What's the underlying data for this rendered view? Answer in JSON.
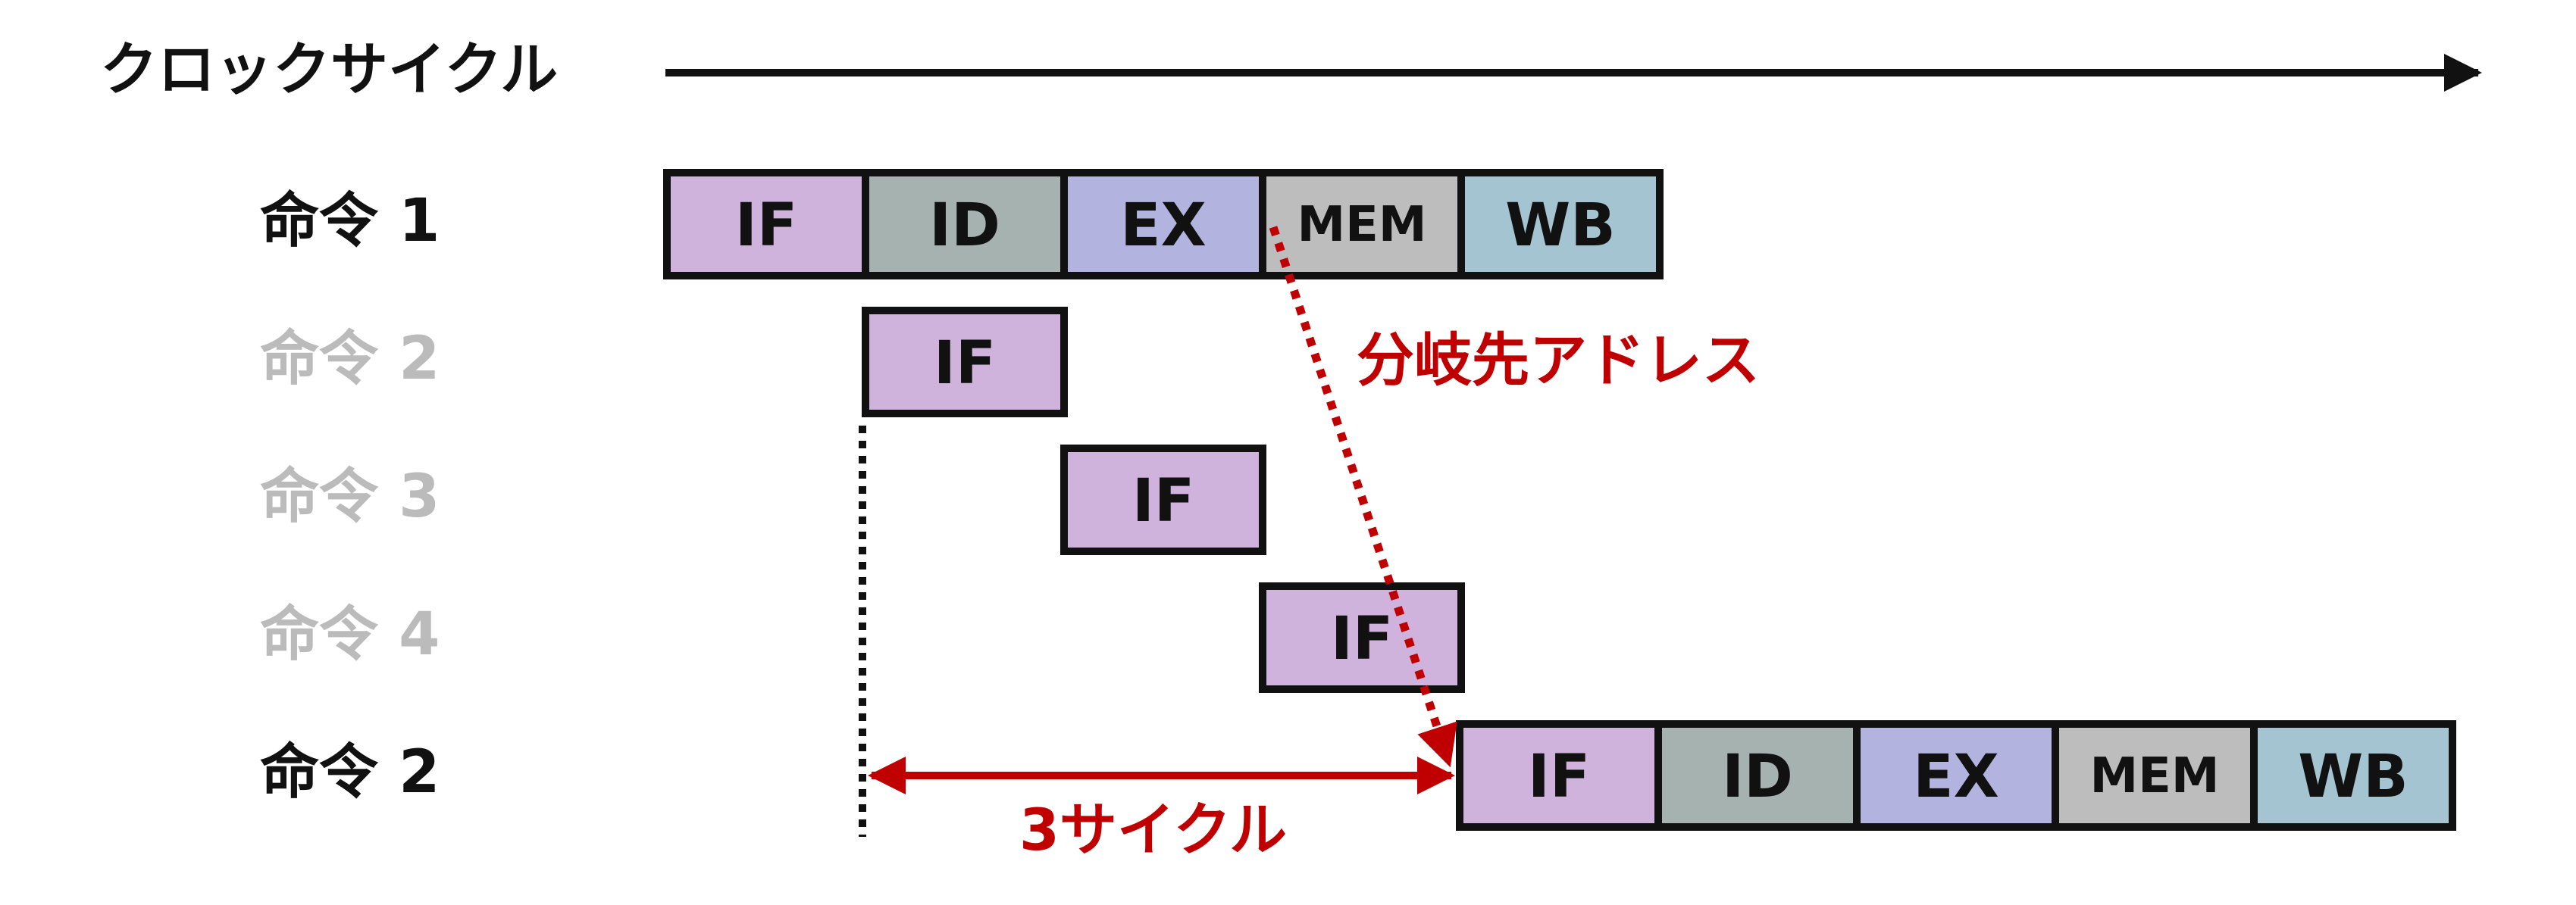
{
  "header": {
    "clock_label": "クロックサイクル"
  },
  "stage_colors": {
    "IF": "#d0b3dc",
    "ID": "#a5b2b0",
    "EX": "#b3b3df",
    "MEM": "#bdbdbd",
    "WB": "#a5c4d1"
  },
  "label_colors": {
    "active": "#111111",
    "stalled": "#bbbbbb",
    "annotation": "#c00000"
  },
  "rows": [
    {
      "label": "命令 1",
      "state": "active",
      "stages": [
        "IF",
        "ID",
        "EX",
        "MEM",
        "WB"
      ]
    },
    {
      "label": "命令 2",
      "state": "stalled",
      "stages": [
        "IF"
      ]
    },
    {
      "label": "命令 3",
      "state": "stalled",
      "stages": [
        "IF"
      ]
    },
    {
      "label": "命令 4",
      "state": "stalled",
      "stages": [
        "IF"
      ]
    },
    {
      "label": "命令 2",
      "state": "active",
      "stages": [
        "IF",
        "ID",
        "EX",
        "MEM",
        "WB"
      ]
    }
  ],
  "annotations": {
    "branch_target": "分岐先アドレス",
    "cycles": "3サイクル"
  }
}
